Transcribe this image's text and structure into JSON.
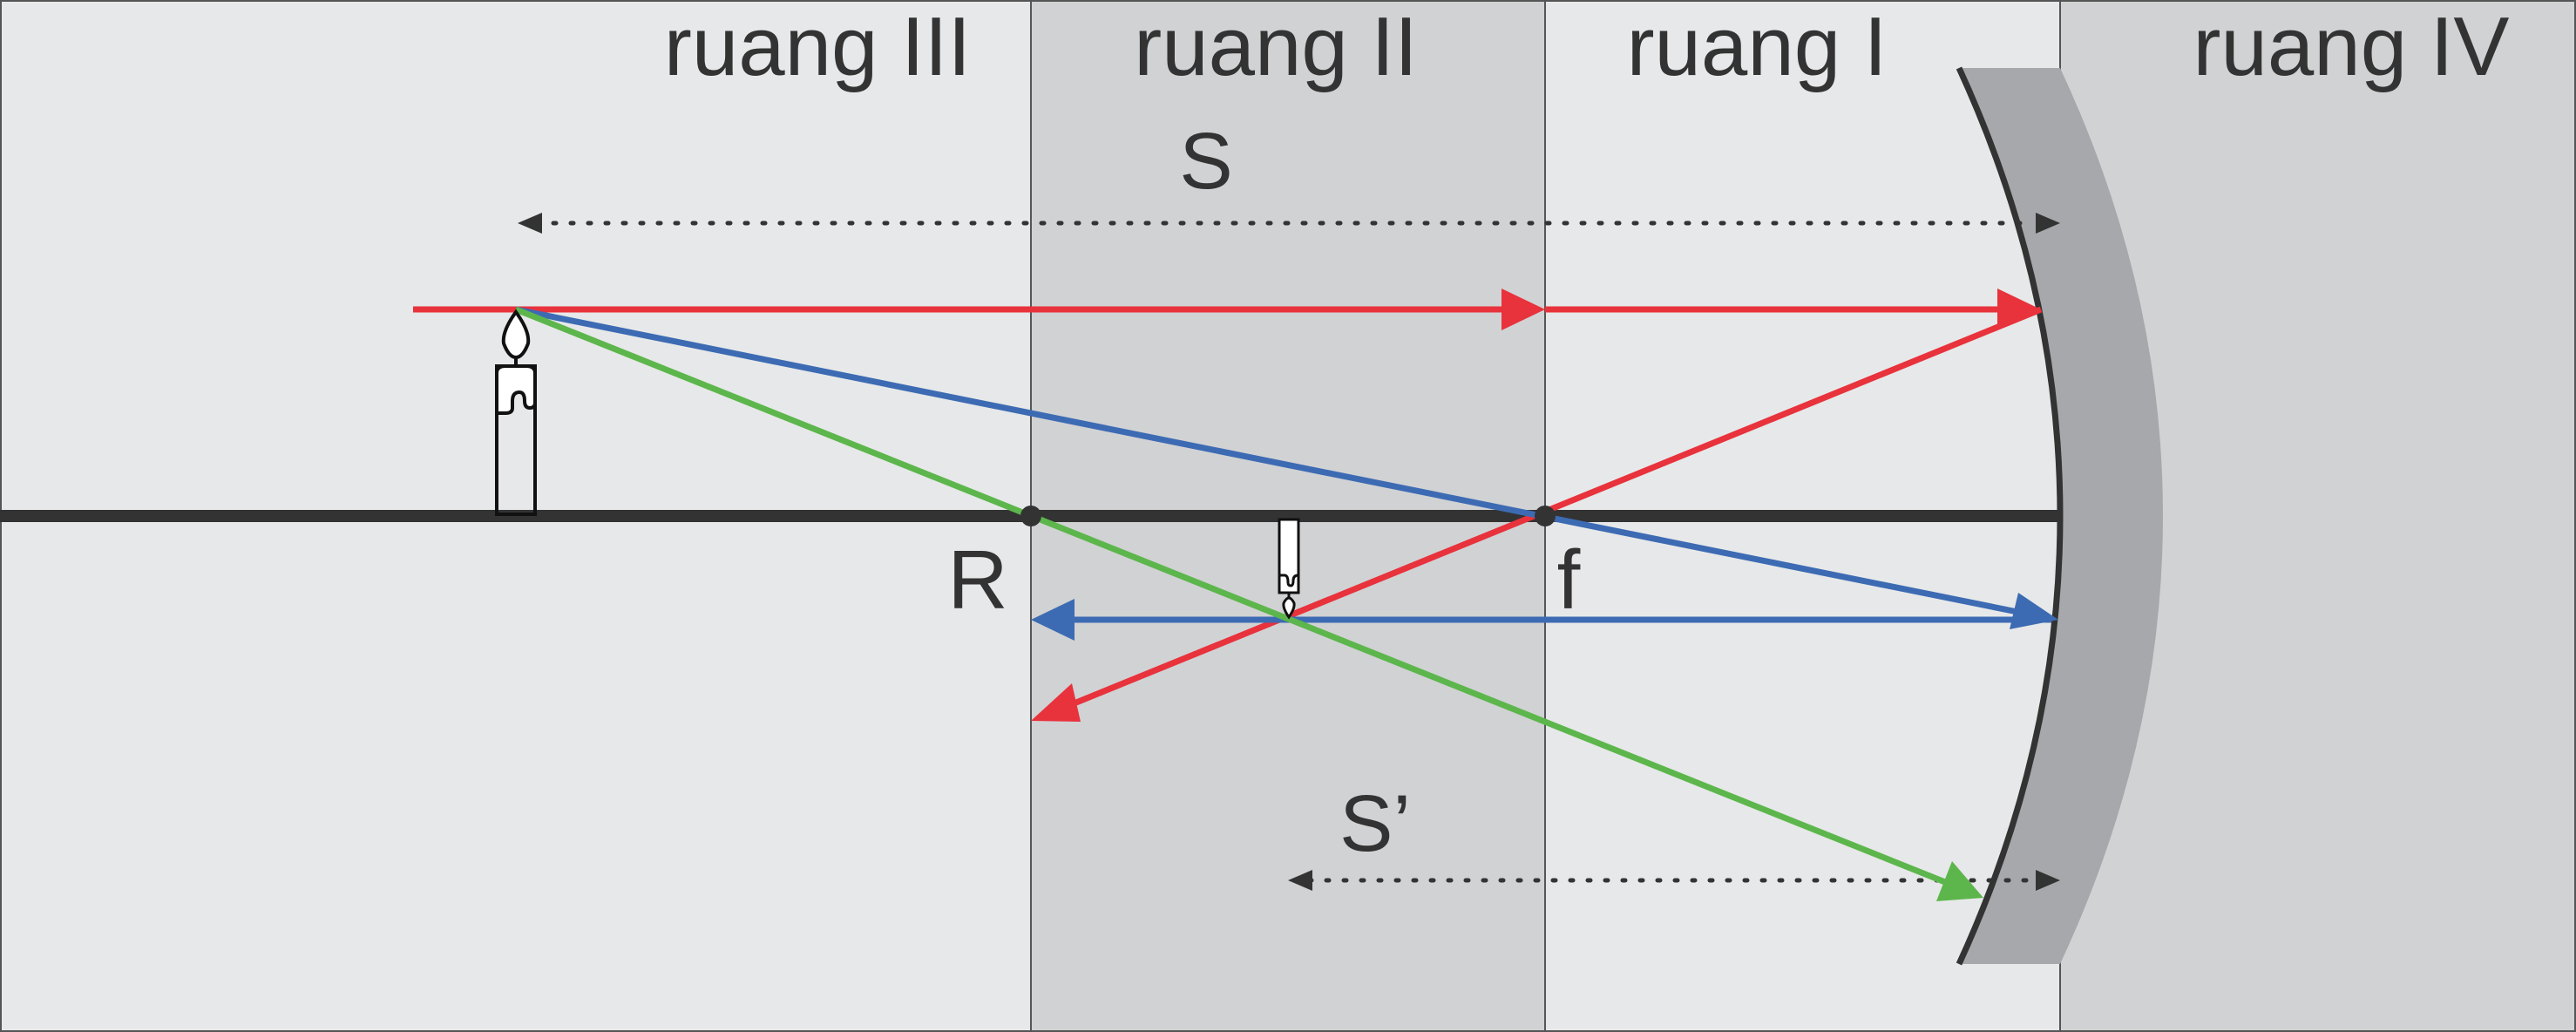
{
  "regions": {
    "ruang_iii": "ruang III",
    "ruang_ii": "ruang II",
    "ruang_i": "ruang I",
    "ruang_iv": "ruang IV"
  },
  "distance_labels": {
    "object_distance": "S",
    "image_distance": "S’"
  },
  "points": {
    "center_of_curvature": "R",
    "focal_point": "f"
  },
  "colors": {
    "region_light": "#e7e8e9",
    "region_dark": "#d1d2d4",
    "mirror_fill": "#a7a8ab",
    "axis": "#333333",
    "ray_red": "#e8323c",
    "ray_blue": "#3d6bb3",
    "ray_green": "#5cb64c",
    "text": "#333333"
  }
}
